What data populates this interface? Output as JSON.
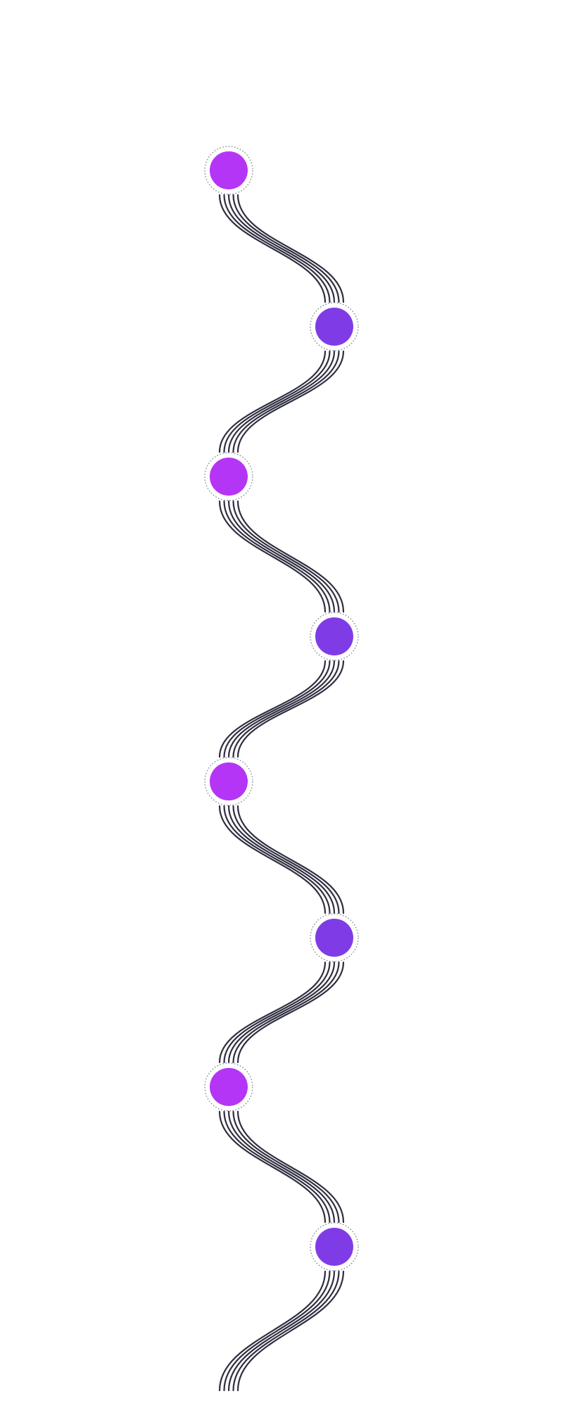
{
  "colors": {
    "background": "#ffffff",
    "line": "#2f2f40",
    "ring": "#8a8aa0",
    "node_left": "#b535f6",
    "node_right": "#7f3ce6"
  },
  "nodes": [
    {
      "id": 1,
      "side": "left"
    },
    {
      "id": 2,
      "side": "right"
    },
    {
      "id": 3,
      "side": "left"
    },
    {
      "id": 4,
      "side": "right"
    },
    {
      "id": 5,
      "side": "left"
    },
    {
      "id": 6,
      "side": "right"
    },
    {
      "id": 7,
      "side": "left"
    },
    {
      "id": 8,
      "side": "right"
    }
  ],
  "connector_strands": 5
}
